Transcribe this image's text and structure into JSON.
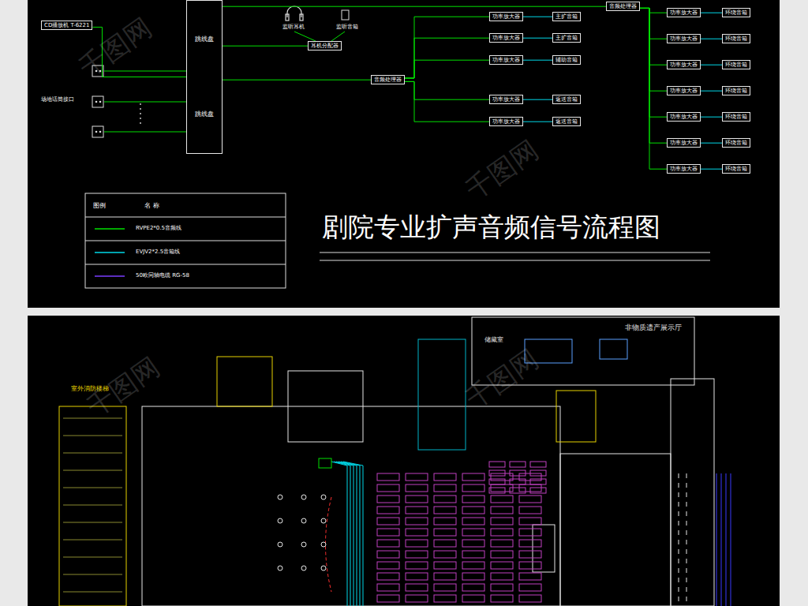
{
  "diagram": {
    "title": "剧院专业扩声音频信号流程图",
    "nodes": [
      {
        "text": [
          "CD播放机 T-6221"
        ]
      },
      {
        "text": [
          "跳线盘",
          "跳线盘"
        ]
      },
      {
        "text": [
          "耳机分配器"
        ]
      },
      {
        "text": [
          "音频处理器"
        ]
      },
      {
        "text": [
          "音频处理器"
        ]
      },
      {
        "text": [
          "功率放大器"
        ]
      },
      {
        "text": [
          "功率放大器"
        ]
      },
      {
        "text": [
          "功率放大器"
        ]
      },
      {
        "text": [
          "功率放大器"
        ]
      },
      {
        "text": [
          "功率放大器"
        ]
      },
      {
        "text": [
          "主扩音箱"
        ]
      },
      {
        "text": [
          "主扩音箱"
        ]
      },
      {
        "text": [
          "辅助音箱"
        ]
      },
      {
        "text": [
          "返送音箱"
        ]
      },
      {
        "text": [
          "返送音箱"
        ]
      },
      {
        "text": [
          "功率放大器"
        ]
      },
      {
        "text": [
          "功率放大器"
        ]
      },
      {
        "text": [
          "功率放大器"
        ]
      },
      {
        "text": [
          "功率放大器"
        ]
      },
      {
        "text": [
          "功率放大器"
        ]
      },
      {
        "text": [
          "功率放大器"
        ]
      },
      {
        "text": [
          "功率放大器"
        ]
      },
      {
        "text": [
          "环绕音箱"
        ]
      },
      {
        "text": [
          "环绕音箱"
        ]
      },
      {
        "text": [
          "环绕音箱"
        ]
      },
      {
        "text": [
          "环绕音箱"
        ]
      },
      {
        "text": [
          "环绕音箱"
        ]
      },
      {
        "text": [
          "环绕音箱"
        ]
      },
      {
        "text": [
          "环绕音箱"
        ]
      }
    ],
    "edges": [
      {
        "from": 0,
        "to": 1,
        "arrow": "none"
      },
      {
        "from": 1,
        "to": 2,
        "arrow": "none"
      },
      {
        "from": 1,
        "to": 3,
        "arrow": "none"
      },
      {
        "from": 1,
        "to": 4,
        "arrow": "none"
      },
      {
        "from": 3,
        "to": 5,
        "arrow": "none"
      },
      {
        "from": 3,
        "to": 6,
        "arrow": "none"
      },
      {
        "from": 3,
        "to": 7,
        "arrow": "none"
      },
      {
        "from": 3,
        "to": 8,
        "arrow": "none"
      },
      {
        "from": 3,
        "to": 9,
        "arrow": "none"
      },
      {
        "from": 5,
        "to": 10,
        "arrow": "none"
      },
      {
        "from": 6,
        "to": 11,
        "arrow": "none"
      },
      {
        "from": 7,
        "to": 12,
        "arrow": "none"
      },
      {
        "from": 8,
        "to": 13,
        "arrow": "none"
      },
      {
        "from": 9,
        "to": 14,
        "arrow": "none"
      },
      {
        "from": 4,
        "to": 15,
        "arrow": "none"
      },
      {
        "from": 4,
        "to": 16,
        "arrow": "none"
      },
      {
        "from": 4,
        "to": 17,
        "arrow": "none"
      },
      {
        "from": 4,
        "to": 18,
        "arrow": "none"
      },
      {
        "from": 4,
        "to": 19,
        "arrow": "none"
      },
      {
        "from": 4,
        "to": 20,
        "arrow": "none"
      },
      {
        "from": 4,
        "to": 21,
        "arrow": "none"
      },
      {
        "from": 15,
        "to": 22,
        "arrow": "none"
      },
      {
        "from": 16,
        "to": 23,
        "arrow": "none"
      },
      {
        "from": 17,
        "to": 24,
        "arrow": "none"
      },
      {
        "from": 18,
        "to": 25,
        "arrow": "none"
      },
      {
        "from": 19,
        "to": 26,
        "arrow": "none"
      },
      {
        "from": 20,
        "to": 27,
        "arrow": "none"
      },
      {
        "from": 21,
        "to": 28,
        "arrow": "none"
      }
    ],
    "labels": [
      "场地话筒接口",
      "监听耳机",
      "监听音箱",
      "图例",
      "名 称",
      "非物质遗产展示厅",
      "储藏室",
      "室外消防楼梯",
      "千图网",
      "千图网",
      "千图网",
      "千图网"
    ],
    "legend": [
      {
        "text": "RVPE2*0.5音频线"
      },
      {
        "text": "EVJV2*2.5音箱线"
      },
      {
        "text": "50欧同轴电缆 RG-58"
      }
    ]
  }
}
